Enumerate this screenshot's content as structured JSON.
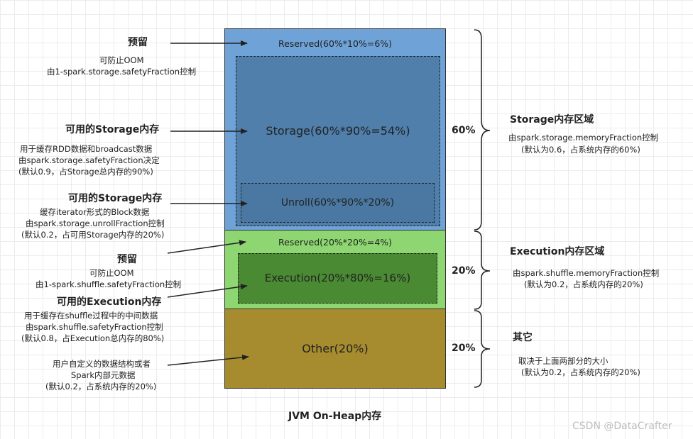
{
  "diagram": {
    "title": "JVM On-Heap内存",
    "watermark": "CSDN @DataCrafter",
    "colors": {
      "storage_region": "#6fa3d8",
      "storage_inner": "#4f7faa",
      "execution_region": "#8ed672",
      "execution_inner": "#4a8a33",
      "other_region": "#a78b2f"
    },
    "blocks": {
      "storage_reserved": "Reserved(60%*10%=6%)",
      "storage": "Storage(60%*90%=54%)",
      "unroll": "Unroll(60%*90%*20%)",
      "execution_reserved": "Reserved(20%*20%=4%)",
      "execution": "Execution(20%*80%=16%)",
      "other": "Other(20%)"
    },
    "percents": {
      "storage": "60%",
      "execution": "20%",
      "other": "20%"
    },
    "left_notes": {
      "storage_reserved": {
        "title": "预留",
        "line1": "可防止OOM",
        "line2": "由1-spark.storage.safetyFraction控制"
      },
      "storage": {
        "title": "可用的Storage内存",
        "line1": "用于缓存RDD数据和broadcast数据",
        "line2": "由spark.storage.safetyFraction决定",
        "line3": "(默认0.9，占Storage总内存的90%)"
      },
      "unroll": {
        "title": "可用的Storage内存",
        "line1": "缓存iterator形式的Block数据",
        "line2": "由spark.storage.unrollFraction控制",
        "line3": "(默认0.2，占可用Storage内存的20%)"
      },
      "execution_reserved": {
        "title": "预留",
        "line1": "可防止OOM",
        "line2": "由1-spark.shuffle.safetyFraction控制"
      },
      "execution": {
        "title": "可用的Execution内存",
        "line1": "用于缓存在shuffle过程中的中间数据",
        "line2": "由spark.shuffle.safetyFraction控制",
        "line3": "(默认0.8，占Execution总内存的80%)"
      },
      "other": {
        "line1": "用户自定义的数据结构或者",
        "line2": "Spark内部元数据",
        "line3": "(默认0.2，占系统内存的20%)"
      }
    },
    "right_notes": {
      "storage": {
        "title": "Storage内存区域",
        "line1": "由spark.storage.memoryFraction控制",
        "line2": "(默认为0.6，占系统内存的60%)"
      },
      "execution": {
        "title": "Execution内存区域",
        "line1": "由spark.shuffle.memoryFraction控制",
        "line2": "(默认为0.2，占系统内存的20%)"
      },
      "other": {
        "title": "其它",
        "line1": "取决于上面两部分的大小",
        "line2": "(默认为0.2，占系统内存的20%)"
      }
    }
  }
}
